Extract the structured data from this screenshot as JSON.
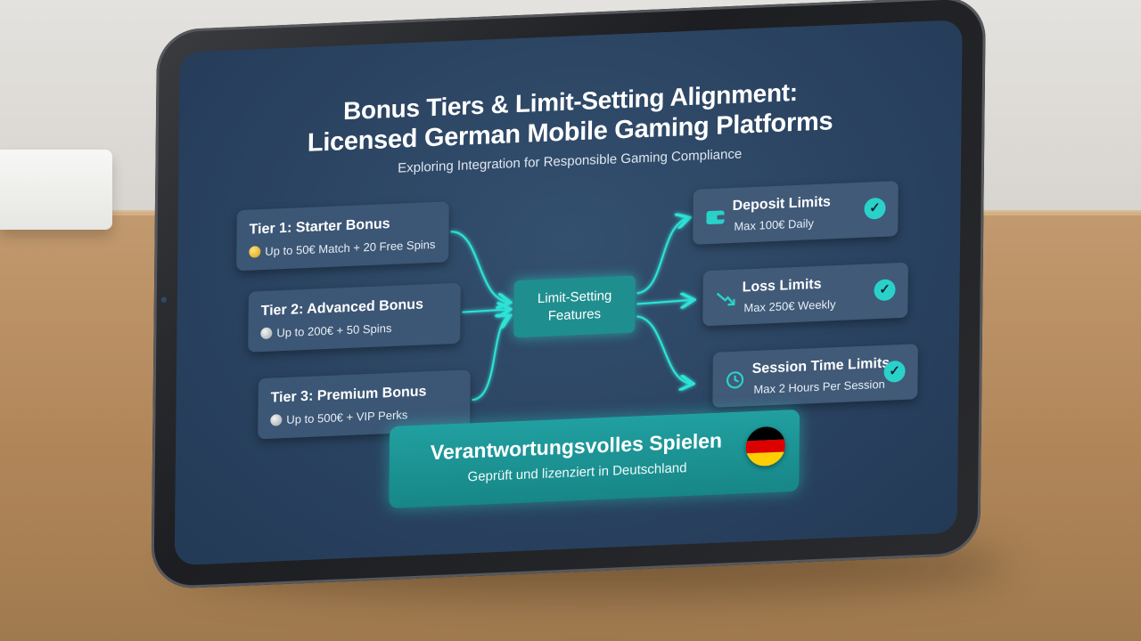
{
  "diagram": {
    "title_line1": "Bonus Tiers & Limit-Setting Alignment:",
    "title_line2": "Licensed German Mobile Gaming Platforms",
    "subtitle": "Exploring Integration for Responsible Gaming Compliance",
    "tiers": [
      {
        "name": "Tier 1: Starter Bonus",
        "desc": "Up to 50€ Match + 20 Free Spins",
        "coin": "gold-coin-icon"
      },
      {
        "name": "Tier 2: Advanced Bonus",
        "desc": "Up to 200€ + 50 Spins",
        "coin": "silver-coin-icon"
      },
      {
        "name": "Tier 3: Premium Bonus",
        "desc": "Up to 500€ + VIP Perks",
        "coin": "silver-coin-icon"
      }
    ],
    "center": {
      "line1": "Limit-Setting",
      "line2": "Features"
    },
    "limits": [
      {
        "name": "Deposit Limits",
        "desc": "Max 100€ Daily",
        "icon": "wallet-icon"
      },
      {
        "name": "Loss Limits",
        "desc": "Max 250€ Weekly",
        "icon": "trend-down-icon"
      },
      {
        "name": "Session Time Limits",
        "desc": "Max 2 Hours Per Session",
        "icon": "clock-icon"
      }
    ],
    "banner": {
      "title": "Verantwortungsvolles Spielen",
      "subtitle": "Geprüft und lizenziert in Deutschland"
    }
  },
  "colors": {
    "screen_bg": "#2a4361",
    "card_bg": "#3c5675",
    "accent_teal": "#2ad1c9",
    "center_box": "#1f8e8f",
    "flag": [
      "#000000",
      "#dd0000",
      "#ffce00"
    ]
  }
}
